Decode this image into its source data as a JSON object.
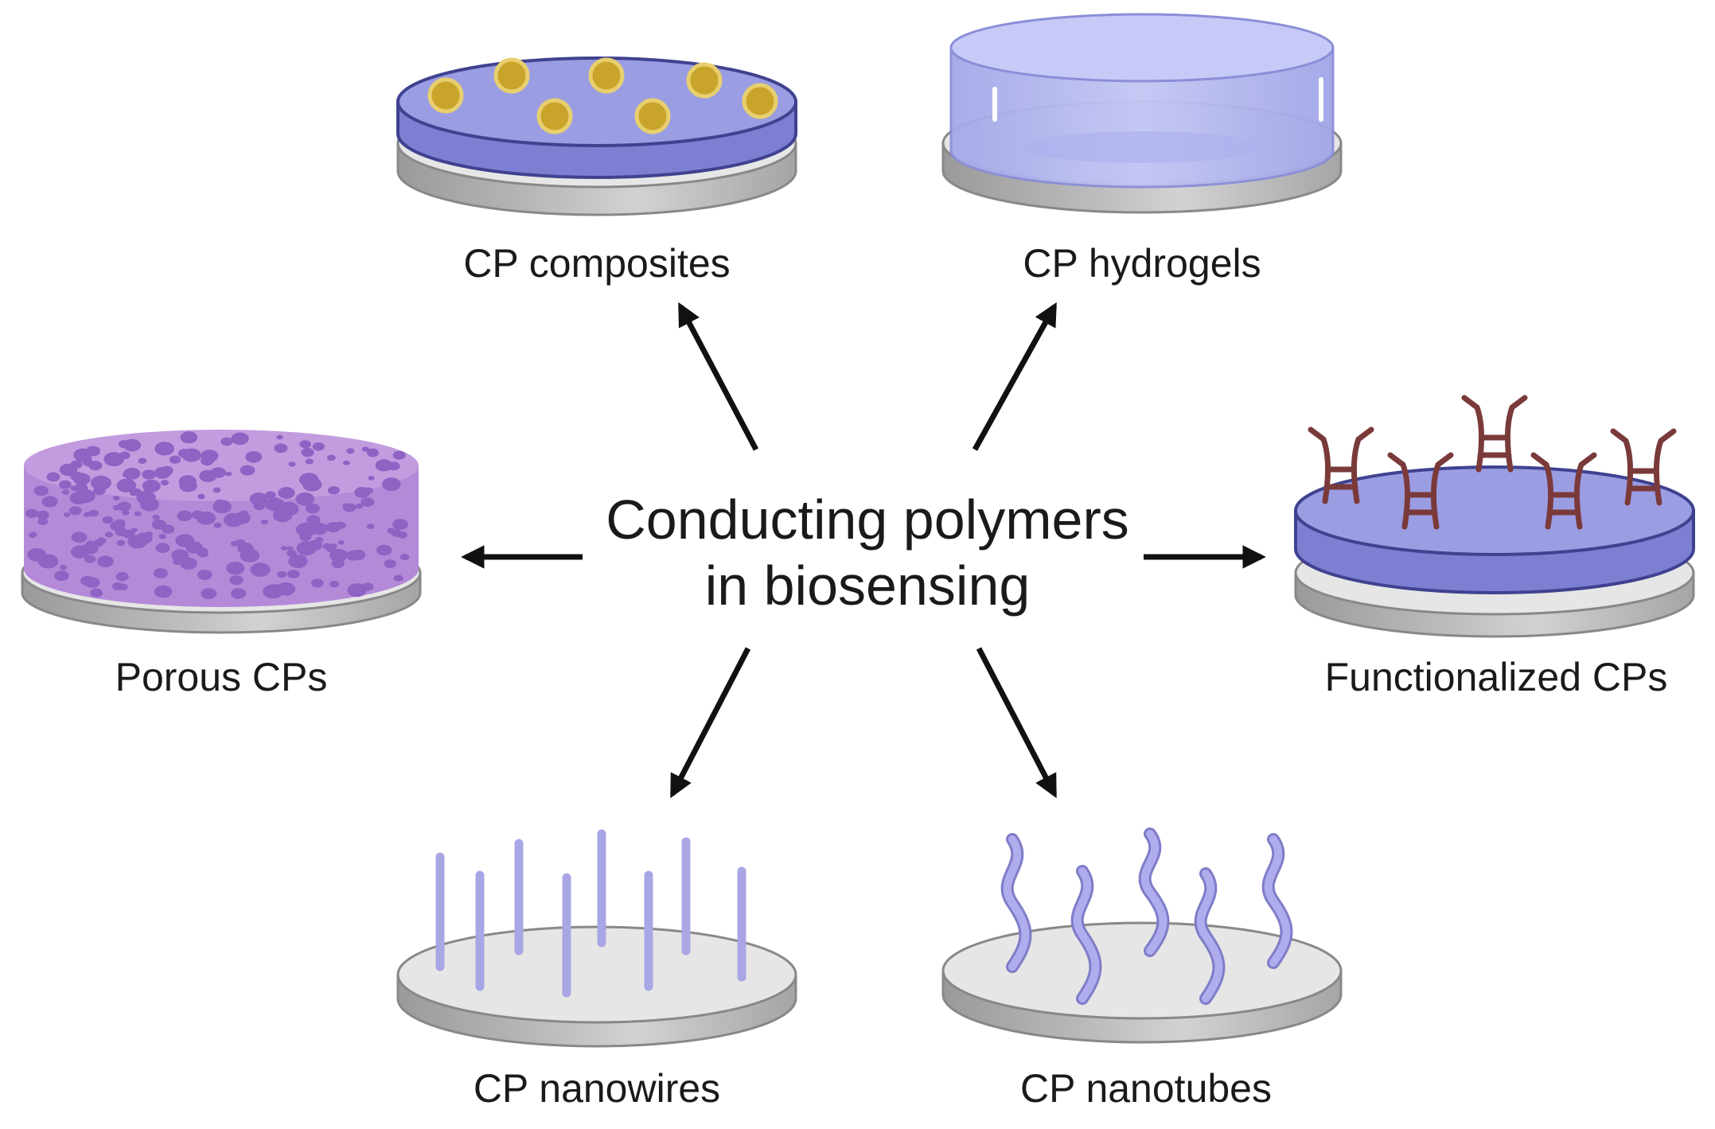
{
  "center_title": {
    "line1": "Conducting polymers",
    "line2": "in biosensing"
  },
  "items": [
    {
      "id": "composites",
      "label": "CP composites"
    },
    {
      "id": "hydrogels",
      "label": "CP hydrogels"
    },
    {
      "id": "porous",
      "label": "Porous CPs"
    },
    {
      "id": "functionalized",
      "label": "Functionalized CPs"
    },
    {
      "id": "nanowires",
      "label": "CP nanowires"
    },
    {
      "id": "nanotubes",
      "label": "CP nanotubes"
    }
  ],
  "colors": {
    "polymer": "#9b9de3",
    "polymer_dark": "#4a4d9e",
    "porous": "#b48ad8",
    "pore": "#8f62c4",
    "particle": "#c9a42a",
    "receptor": "#7a3a3a",
    "substrate": "#c9c9c9",
    "hydrogel": "#b8bcf0",
    "arrow": "#111111"
  }
}
